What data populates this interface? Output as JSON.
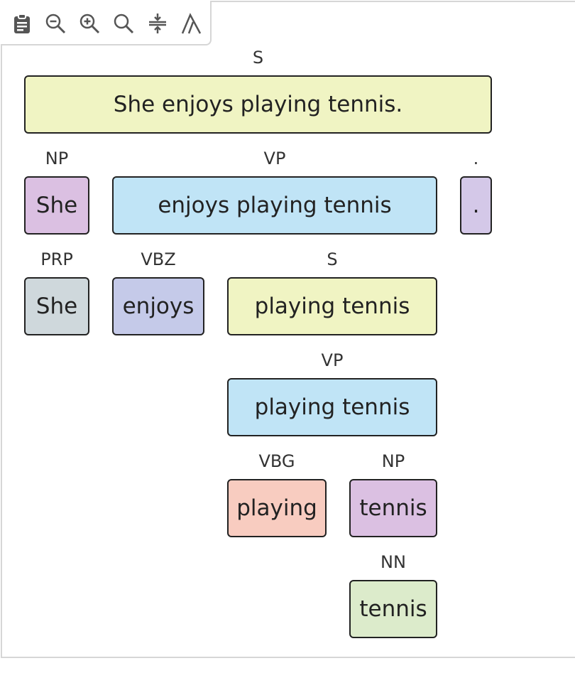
{
  "toolbar": {
    "buttons": [
      {
        "name": "copy-button",
        "icon": "clipboard-icon"
      },
      {
        "name": "zoom-out-button",
        "icon": "zoom-out-icon"
      },
      {
        "name": "zoom-in-button",
        "icon": "zoom-in-icon"
      },
      {
        "name": "zoom-reset-button",
        "icon": "search-icon"
      },
      {
        "name": "compact-button",
        "icon": "compress-vertical-icon"
      },
      {
        "name": "tree-toggle-button",
        "icon": "tree-icon"
      }
    ]
  },
  "colors": {
    "S": "#f0f4c3",
    "VP": "#c0e4f6",
    "NP": "#dbc0e2",
    "PUNCT": "#d4c8e8",
    "PRP": "#cfd8dc",
    "VBZ": "#c5cae9",
    "VBG": "#f8ccc0",
    "NN": "#dcebcb"
  },
  "tree": {
    "s_root": {
      "label": "S",
      "text": "She enjoys playing tennis."
    },
    "np_she": {
      "label": "NP",
      "text": "She"
    },
    "vp_main": {
      "label": "VP",
      "text": "enjoys playing tennis"
    },
    "punct": {
      "label": ".",
      "text": "."
    },
    "prp_she": {
      "label": "PRP",
      "text": "She"
    },
    "vbz_enjoys": {
      "label": "VBZ",
      "text": "enjoys"
    },
    "s_inner": {
      "label": "S",
      "text": "playing tennis"
    },
    "vp_inner": {
      "label": "VP",
      "text": "playing tennis"
    },
    "vbg_playing": {
      "label": "VBG",
      "text": "playing"
    },
    "np_tennis": {
      "label": "NP",
      "text": "tennis"
    },
    "nn_tennis": {
      "label": "NN",
      "text": "tennis"
    }
  }
}
